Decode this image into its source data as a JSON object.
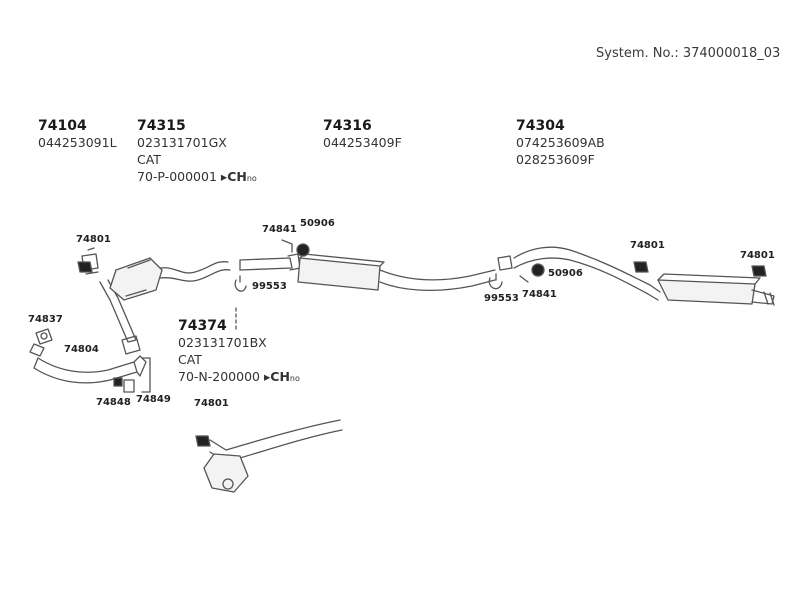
{
  "header": {
    "system_no": "System. No.: 374000018_03"
  },
  "groups": {
    "g74104": {
      "number": "74104",
      "lines": [
        "044253091L"
      ]
    },
    "g74315": {
      "number": "74315",
      "lines": [
        "023131701GX",
        "CAT"
      ],
      "range": "70-P-000001",
      "country_arrow": "▸",
      "country": "CH",
      "country_suffix": "no"
    },
    "g74316": {
      "number": "74316",
      "lines": [
        "044253409F"
      ]
    },
    "g74304": {
      "number": "74304",
      "lines": [
        "074253609AB",
        "028253609F"
      ]
    },
    "g74374": {
      "number": "74374",
      "lines": [
        "023131701BX",
        "CAT"
      ],
      "range": "70-N-200000",
      "country_arrow": "▸",
      "country": "CH",
      "country_suffix": "no"
    }
  },
  "callouts": {
    "c74801_a": "74801",
    "c74801_b": "74801",
    "c74801_c": "74801",
    "c74801_d": "74801",
    "c74837": "74837",
    "c74804": "74804",
    "c74848": "74848",
    "c74849": "74849",
    "c74841_a": "74841",
    "c50906_a": "50906",
    "c99553_a": "99553",
    "c99553_b": "99553",
    "c74841_b": "74841",
    "c50906_b": "50906"
  }
}
